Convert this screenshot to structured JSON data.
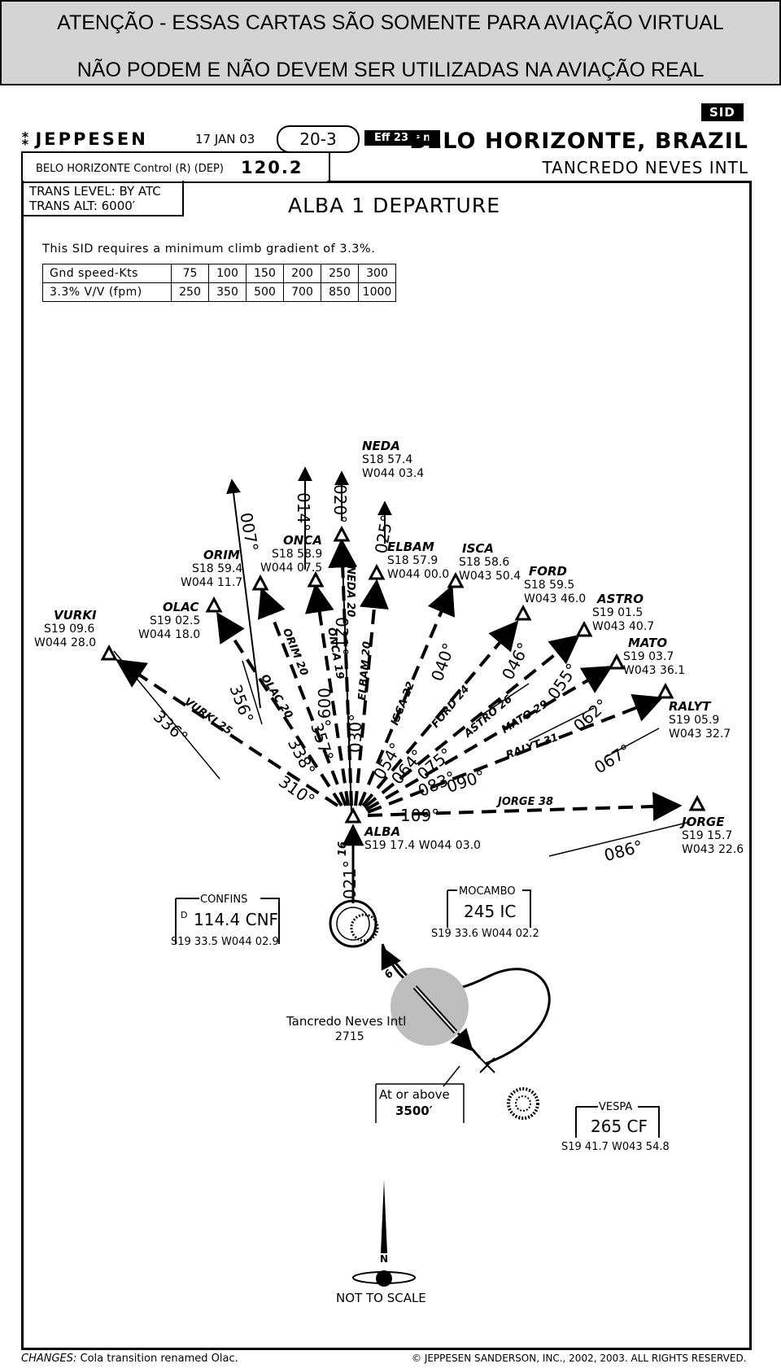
{
  "warning": {
    "line1": "ATENÇÃO - ESSAS CARTAS SÃO SOMENTE PARA AVIAÇÃO VIRTUAL",
    "line2": "NÃO PODEM E NÃO DEVEM SER UTILIZADAS NA AVIAÇÃO REAL"
  },
  "header": {
    "publisher": "JEPPESEN",
    "date": "17 JAN 03",
    "chart_number": "20-3",
    "effective": "Eff 23 Jan",
    "chart_type": "SID",
    "city": "BELO HORIZONTE, BRAZIL",
    "airport": "TANCREDO NEVES INTL",
    "comm_label": "BELO HORIZONTE Control (R) (DEP)",
    "comm_freq": "120.2",
    "trans_level": "TRANS LEVEL: BY ATC",
    "trans_alt": "TRANS ALT: 6000′",
    "procedure": "ALBA 1 DEPARTURE"
  },
  "climb": {
    "note": "This SID requires a minimum climb gradient of 3.3%.",
    "row1_label": "Gnd speed-Kts",
    "row1": [
      "75",
      "100",
      "150",
      "200",
      "250",
      "300"
    ],
    "row2_label": "3.3% V/V (fpm)",
    "row2": [
      "250",
      "350",
      "500",
      "700",
      "850",
      "1000"
    ]
  },
  "fixes": {
    "neda": {
      "name": "NEDA",
      "lat": "S18 57.4",
      "lon": "W044 03.4"
    },
    "onca": {
      "name": "ONCA",
      "lat": "S18 58.9",
      "lon": "W044 07.5"
    },
    "orim": {
      "name": "ORIM",
      "lat": "S18 59.4",
      "lon": "W044 11.7"
    },
    "olac": {
      "name": "OLAC",
      "lat": "S19 02.5",
      "lon": "W044 18.0"
    },
    "vurki": {
      "name": "VURKI",
      "lat": "S19 09.6",
      "lon": "W044 28.0"
    },
    "elbam": {
      "name": "ELBAM",
      "lat": "S18 57.9",
      "lon": "W044 00.0"
    },
    "isca": {
      "name": "ISCA",
      "lat": "S18 58.6",
      "lon": "W043 50.4"
    },
    "ford": {
      "name": "FORD",
      "lat": "S18 59.5",
      "lon": "W043 46.0"
    },
    "astro": {
      "name": "ASTRO",
      "lat": "S19 01.5",
      "lon": "W043 40.7"
    },
    "mato": {
      "name": "MATO",
      "lat": "S19 03.7",
      "lon": "W043 36.1"
    },
    "ralyt": {
      "name": "RALYT",
      "lat": "S19 05.9",
      "lon": "W043 32.7"
    },
    "jorge": {
      "name": "JORGE",
      "lat": "S19 15.7",
      "lon": "W043 22.6"
    },
    "alba": {
      "name": "ALBA",
      "coords": "S19 17.4 W044 03.0"
    }
  },
  "courses": {
    "r020": "020°",
    "r014": "014°",
    "r007": "007°",
    "r025": "025°",
    "r356": "356°",
    "r336": "336°",
    "r021": "021°",
    "r009": "009°",
    "r357": "357°",
    "r338": "338°",
    "r310": "310°",
    "r030": "030°",
    "r040": "040°",
    "r046": "046°",
    "r055": "055°",
    "r062": "062°",
    "r067": "067°",
    "r054": "054°",
    "r064": "064°",
    "r075": "075°",
    "r083": "083°",
    "r090": "090°",
    "r109": "109°",
    "r086": "086°",
    "r021b": "021°"
  },
  "distances": {
    "neda": "NEDA",
    "neda_d": "20",
    "onca": "ONCA",
    "onca_d": "19",
    "orim": "ORIM",
    "orim_d": "20",
    "olac": "OLAC",
    "olac_d": "20",
    "vurki": "VURKI",
    "vurki_d": "25",
    "elbam": "ELBAM",
    "elbam_d": "20",
    "isca": "ISCA",
    "isca_d": "22",
    "ford": "FORD",
    "ford_d": "24",
    "astro": "ASTRO",
    "astro_d": "26",
    "mato": "MATO",
    "mato_d": "29",
    "ralyt": "RALYT",
    "ralyt_d": "31",
    "jorge": "JORGE",
    "jorge_d": "38",
    "d16": "16",
    "d6": "6"
  },
  "navaids": {
    "confins": {
      "name": "CONFINS",
      "prefix": "D",
      "freq": "114.4 CNF",
      "coords": "S19 33.5 W044 02.9"
    },
    "mocambo": {
      "name": "MOCAMBO",
      "freq": "245 IC",
      "coords": "S19 33.6 W044 02.2"
    },
    "vespa": {
      "name": "VESPA",
      "freq": "265 CF",
      "coords": "S19 41.7 W043 54.8"
    }
  },
  "airport_label": {
    "name": "Tancredo Neves Intl",
    "elev": "2715"
  },
  "restriction": {
    "line1": "At or above",
    "line2": "3500′"
  },
  "north": "N",
  "not_to_scale": "NOT TO SCALE",
  "footer": {
    "changes_label": "CHANGES:",
    "changes": "Cola transition renamed Olac.",
    "copyright": "© JEPPESEN SANDERSON, INC., 2002, 2003. ALL RIGHTS RESERVED."
  }
}
